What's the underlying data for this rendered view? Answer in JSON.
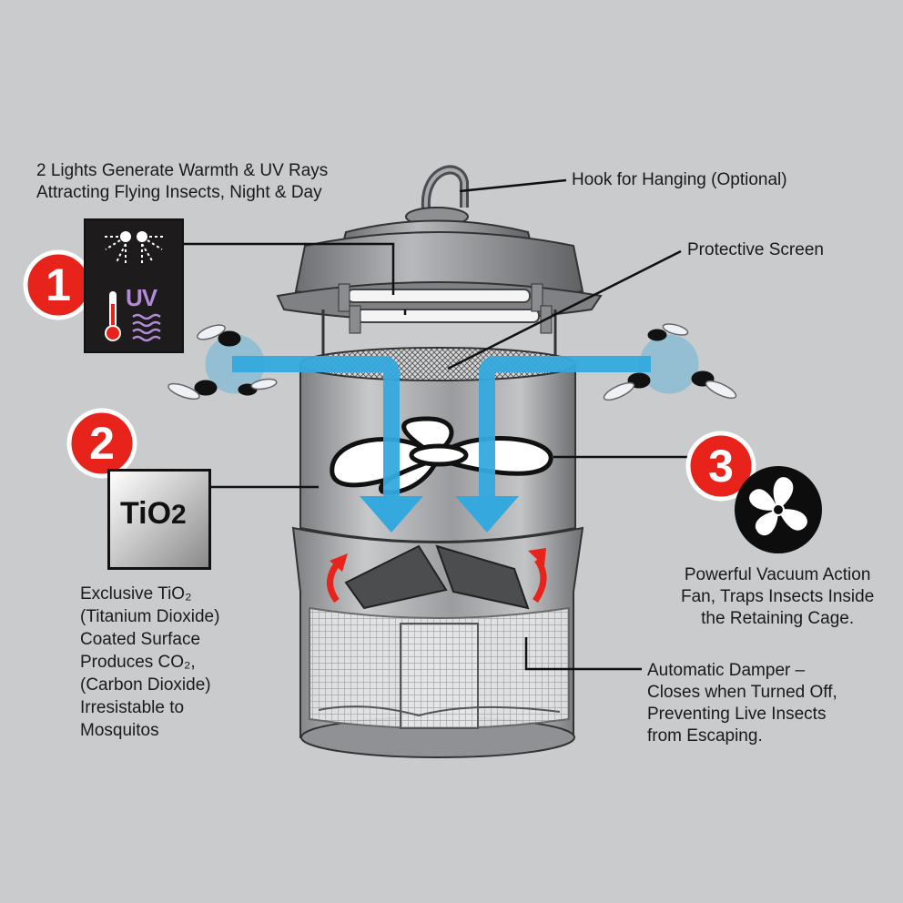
{
  "labels": {
    "lights": [
      "2 Lights Generate Warmth & UV Rays",
      "Attracting Flying Insects, Night & Day"
    ],
    "hook": "Hook for Hanging (Optional)",
    "screen": "Protective Screen",
    "tio2": [
      "Exclusive TiO₂",
      "(Titanium Dioxide)",
      "Coated Surface",
      "Produces CO₂,",
      "(Carbon Dioxide)",
      "Irresistable to",
      "Mosquitos"
    ],
    "fan": [
      "Powerful Vacuum Action",
      "Fan, Traps Insects Inside",
      "the Retaining Cage."
    ],
    "damper": [
      "Automatic Damper –",
      "Closes when Turned Off,",
      "Preventing Live Insects",
      "from Escaping."
    ]
  },
  "badges": {
    "one": "1",
    "two": "2",
    "three": "3",
    "uv": "UV",
    "tio2_main": "TiO",
    "tio2_sub": "2"
  },
  "colors": {
    "background": "#c9cbcd",
    "badge_red": "#e8231b",
    "airflow_blue": "#35a9de",
    "damper_arrow": "#e8231b"
  },
  "icons": [
    "uv-light-icon",
    "thermometer-icon",
    "heat-wave-icon",
    "fan-icon",
    "insect-icon"
  ]
}
